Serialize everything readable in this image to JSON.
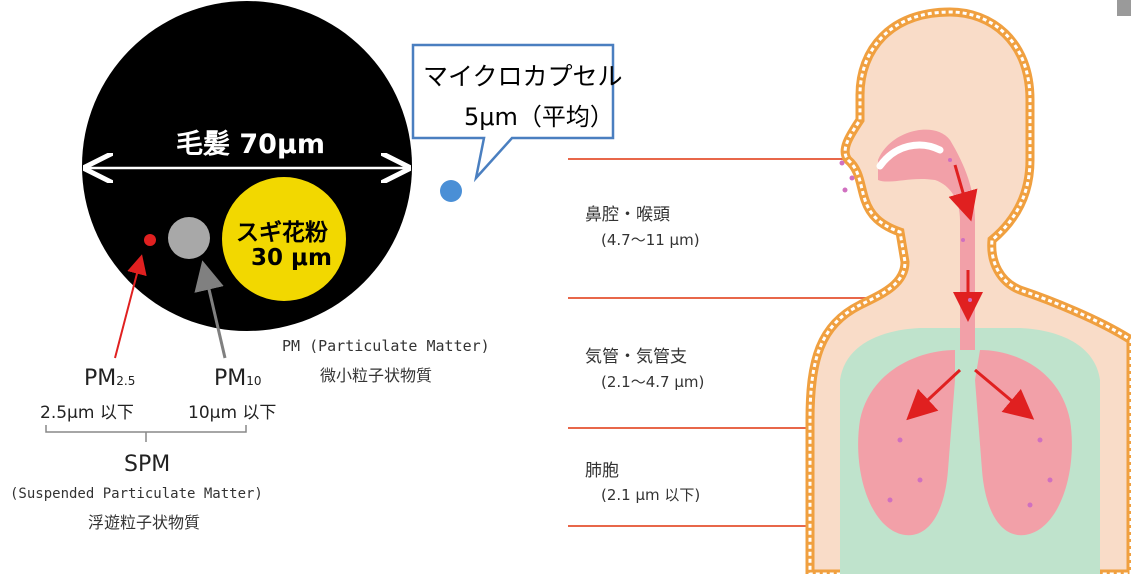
{
  "hair": {
    "label": "毛髪 70μm"
  },
  "cedar_pollen": {
    "line1": "スギ花粉",
    "line2": "30 μm"
  },
  "microcapsule": {
    "line1": "マイクロカプセル",
    "line2": "5μm（平均）"
  },
  "pm25": {
    "label_main": "PM",
    "label_sub": "2.5",
    "size": "2.5μm 以下"
  },
  "pm10": {
    "label_main": "PM",
    "label_sub": "10",
    "size": "10μm 以下"
  },
  "pm": {
    "line1": "PM (Particulate Matter)",
    "line2": "微小粒子状物質"
  },
  "spm": {
    "line1": "SPM",
    "line2": "(Suspended Particulate Matter)",
    "line3": "浮遊粒子状物質"
  },
  "airway": [
    {
      "name": "鼻腔・喉頭",
      "range": "(4.7～11 μm)"
    },
    {
      "name": "気管・気管支",
      "range": "(2.1～4.7 μm)"
    },
    {
      "name": "肺胞",
      "range": "(2.1 μm 以下)"
    }
  ],
  "colors": {
    "hair_fill": "#000000",
    "pollen_fill": "#f2d800",
    "pm25_dot": "#e02020",
    "pm10_dot": "#a8a8a8",
    "capsule_dot": "#4a8fd6",
    "callout_border": "#4a7fc0",
    "guide_line": "#e8674a",
    "body_outline": "#f0a040",
    "skin": "#f9dcc8",
    "lung_bg": "#bfe3cc",
    "airway_pink": "#f2a0a8",
    "arrow_red": "#e02020"
  }
}
